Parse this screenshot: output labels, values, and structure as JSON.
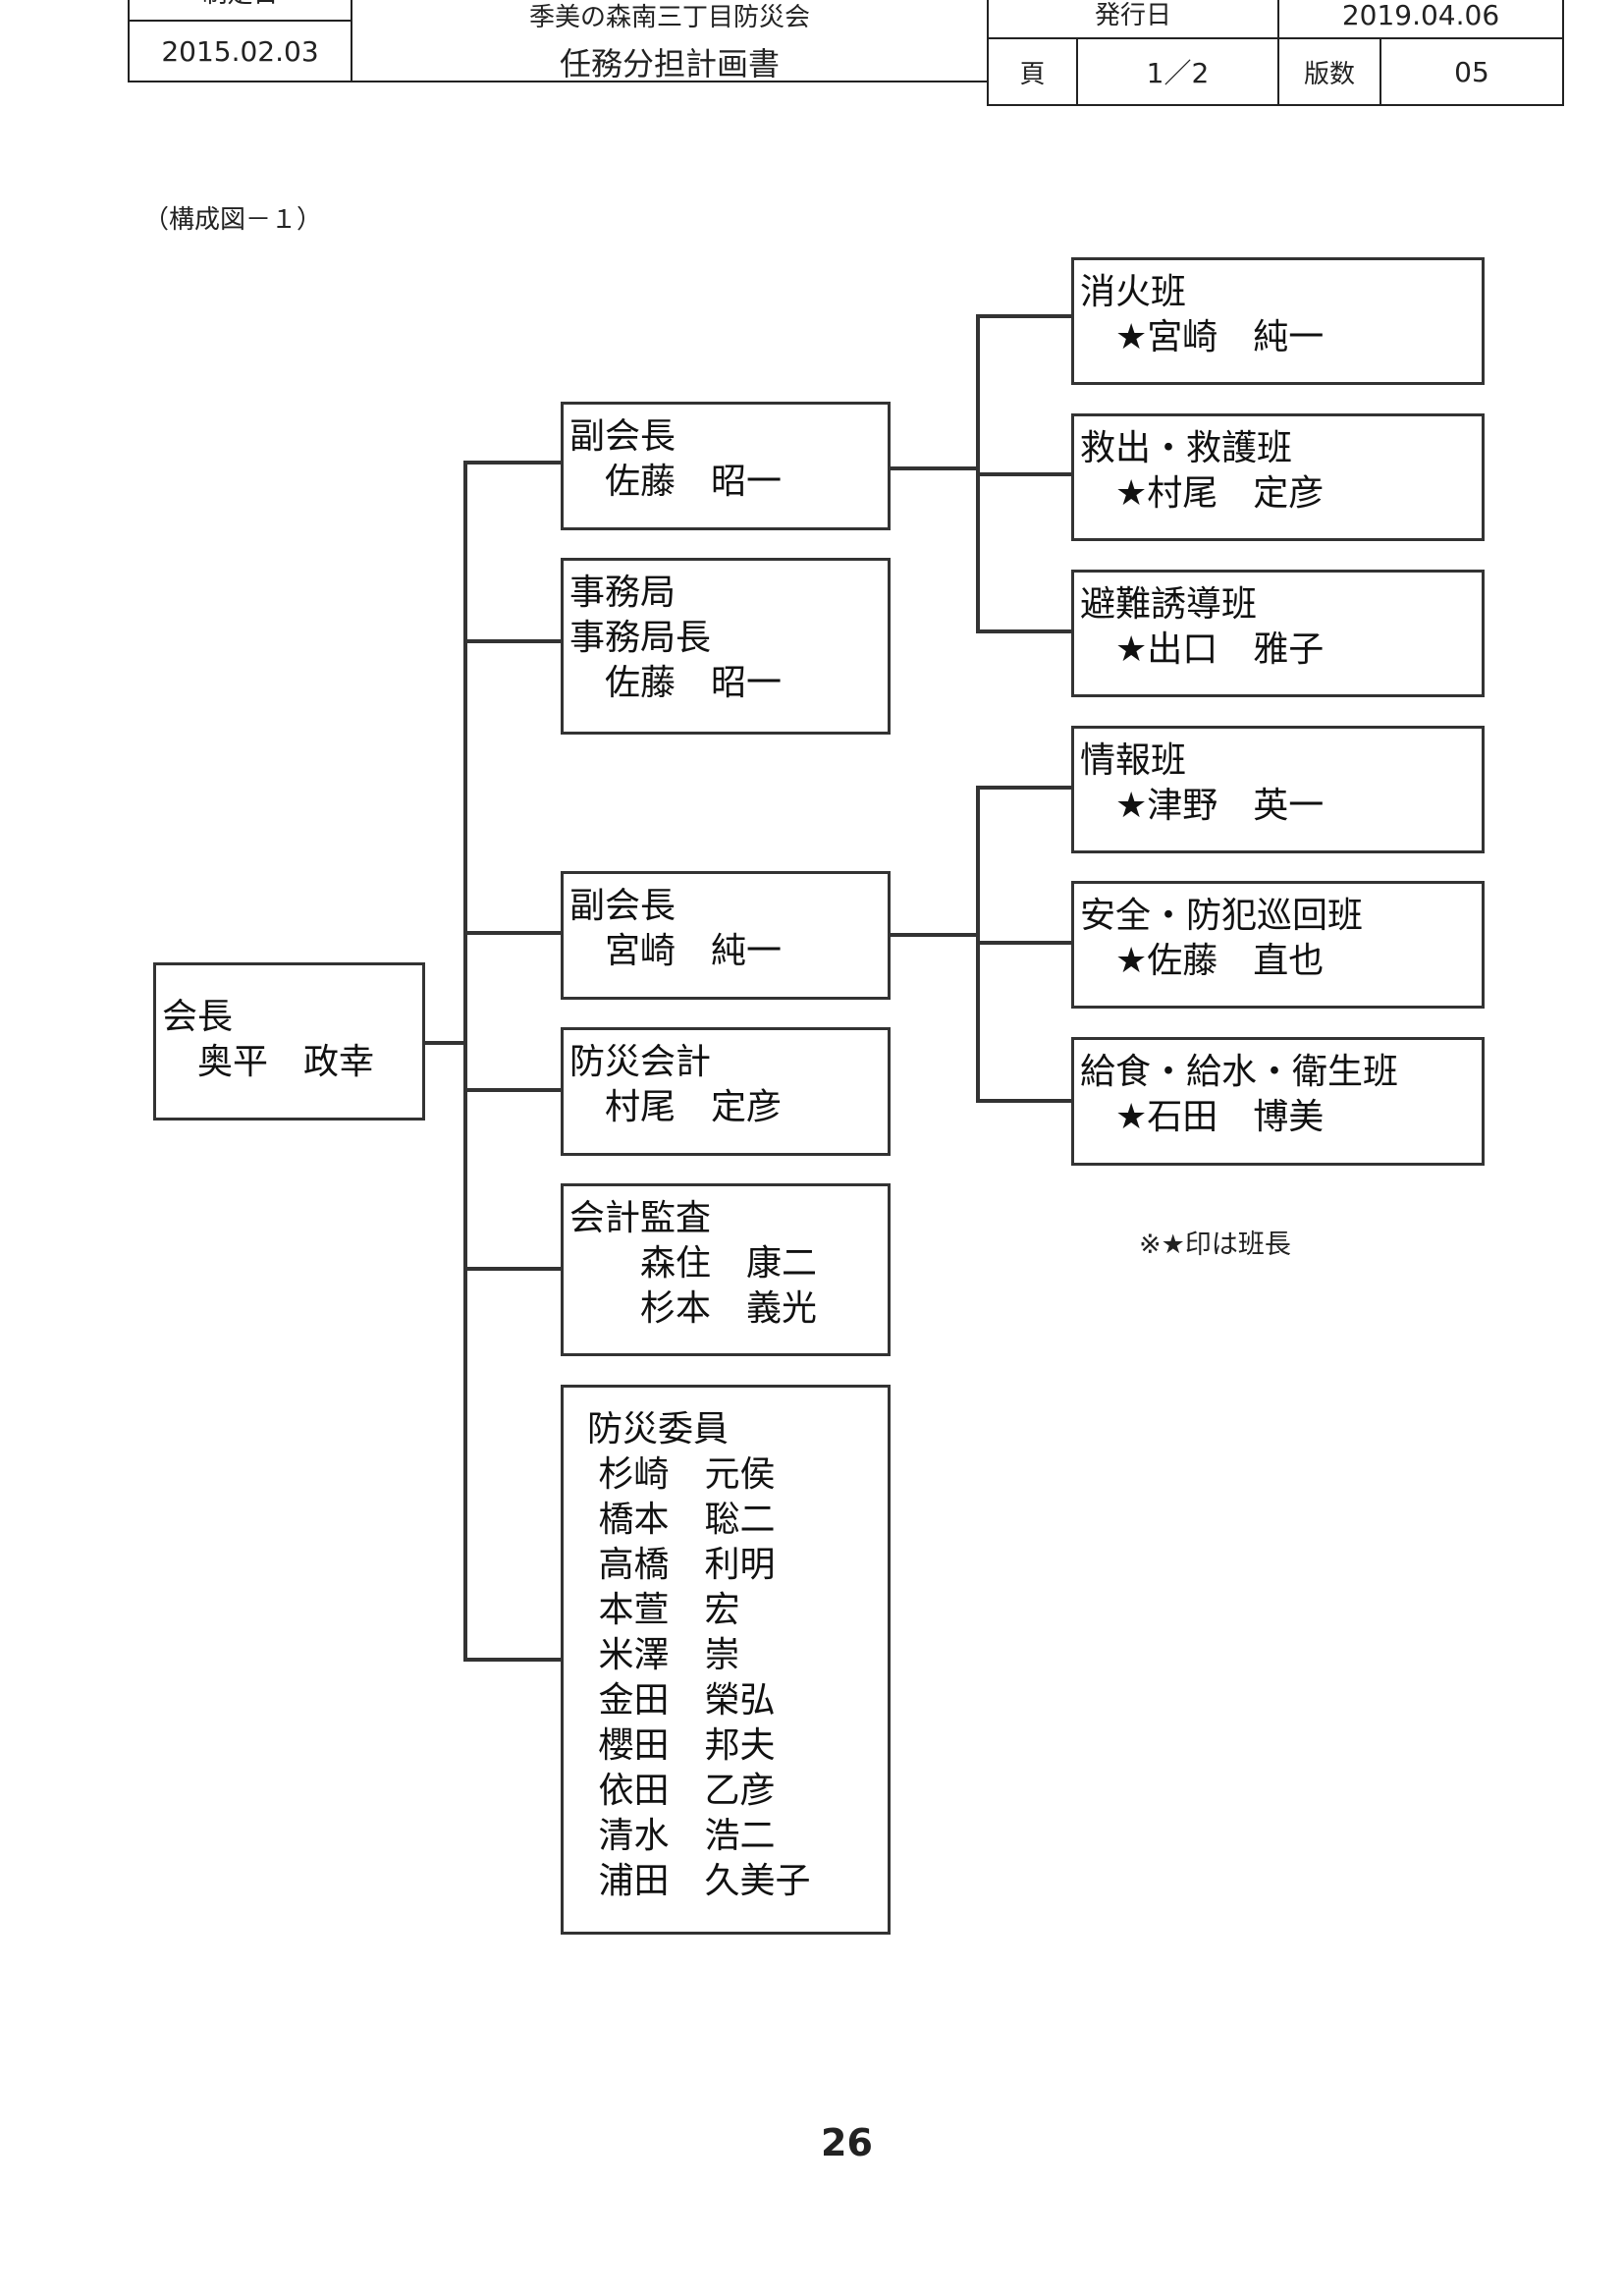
{
  "header": {
    "est_label": "制定日",
    "est_date": "2015.02.03",
    "org": "季美の森南三丁目防災会",
    "doc_title": "任務分担計画書",
    "issue_label": "発行日",
    "issue_date": "2019.04.06",
    "page_label": "頁",
    "page_value": "1／2",
    "edition_label": "版数",
    "edition_value": "05"
  },
  "figure_label": "（構成図－１）",
  "chart": {
    "president": [
      "会長",
      "　奥平　政幸"
    ],
    "vp1": [
      "副会長",
      "　佐藤　昭一"
    ],
    "secretariat": [
      "事務局",
      "事務局長",
      "　佐藤　昭一"
    ],
    "vp2": [
      "副会長",
      "　宮崎　純一"
    ],
    "accountant": [
      "防災会計",
      "　村尾　定彦"
    ],
    "auditors": [
      "会計監査",
      "　　森住　康二",
      "　　杉本　義光"
    ],
    "committee": [
      "防災委員",
      " 杉崎　元侯",
      " 橋本　聡二",
      " 高橋　利明",
      " 本萱　宏",
      " 米澤　崇",
      " 金田　榮弘",
      " 櫻田　邦夫",
      " 依田　乙彦",
      " 清水　浩二",
      " 浦田　久美子"
    ],
    "fire": [
      "消火班",
      "　★宮崎　純一"
    ],
    "rescue": [
      "救出・救護班",
      "　★村尾　定彦"
    ],
    "evac": [
      "避難誘導班",
      "　★出口　雅子"
    ],
    "info": [
      "情報班",
      "　★津野　英一"
    ],
    "safety": [
      "安全・防犯巡回班",
      "　★佐藤　直也"
    ],
    "food": [
      "給食・給水・衛生班",
      "　★石田　博美"
    ]
  },
  "note": "※★印は班長",
  "page_number": "26"
}
